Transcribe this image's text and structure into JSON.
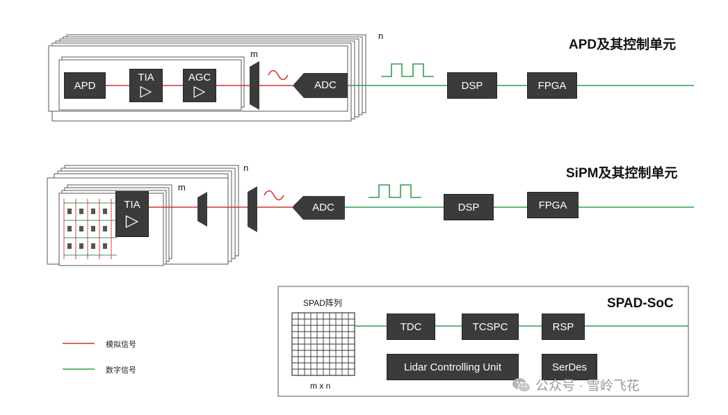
{
  "colors": {
    "analog": "#d0342c",
    "digital": "#2e9e4f",
    "block": "#3b3b3b"
  },
  "apd": {
    "title": "APD及其控制单元",
    "n": "n",
    "m": "m",
    "apd_label": "APD",
    "tia_label": "TIA",
    "agc_label": "AGC",
    "adc_label": "ADC",
    "dsp_label": "DSP",
    "fpga_label": "FPGA"
  },
  "sipm": {
    "title": "SiPM及其控制单元",
    "n": "n",
    "m": "m",
    "tia_label": "TIA",
    "adc_label": "ADC",
    "dsp_label": "DSP",
    "fpga_label": "FPGA"
  },
  "spad": {
    "title": "SPAD-SoC",
    "array_label": "SPAD阵列",
    "array_size": "m x n",
    "tdc_label": "TDC",
    "tcspc_label": "TCSPC",
    "rsp_label": "RSP",
    "lcu_label": "Lidar Controlling Unit",
    "serdes_label": "SerDes"
  },
  "legend": {
    "analog": "模拟信号",
    "digital": "数字信号"
  },
  "watermark": {
    "icon": "wechat-icon",
    "text": "公众号 · 雪岭飞花"
  }
}
